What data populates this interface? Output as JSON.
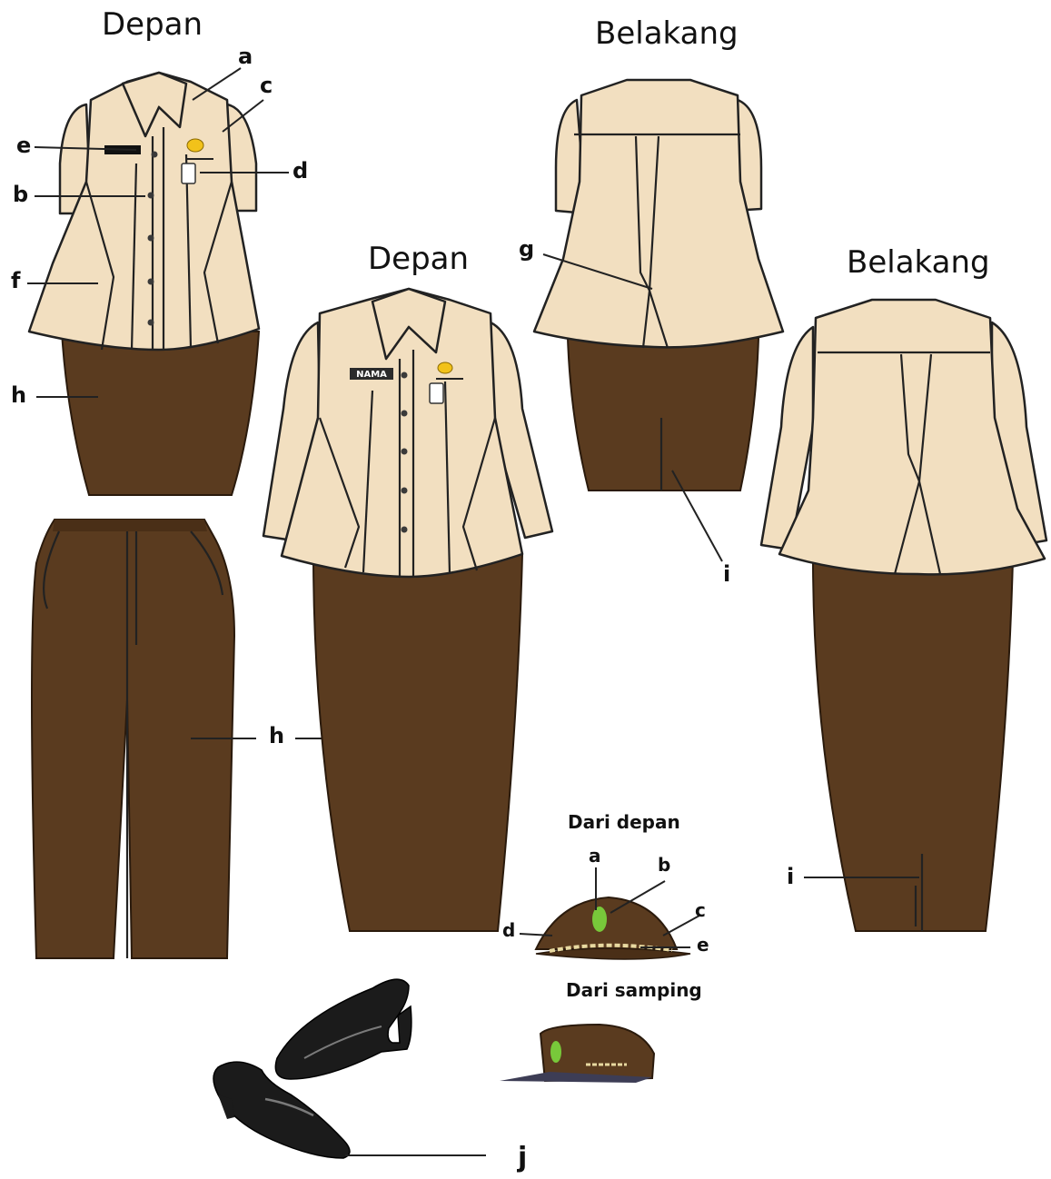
{
  "headings": {
    "front_short": "Depan",
    "back_short": "Belakang",
    "front_long": "Depan",
    "back_long": "Belakang"
  },
  "labels": {
    "a": "a",
    "b": "b",
    "c": "c",
    "d": "d",
    "e": "e",
    "f": "f",
    "g": "g",
    "h_top": "h",
    "h_pants": "h",
    "h_skirt": "h",
    "i_back_short": "i",
    "i_back_long": "i",
    "j": "j"
  },
  "name_tag_text": "NAMA",
  "hat": {
    "front_caption": "Dari depan",
    "side_caption": "Dari samping",
    "labels": {
      "a": "a",
      "b": "b",
      "c": "c",
      "d": "d",
      "e": "e"
    }
  },
  "colors": {
    "shirt": "#f2dfc0",
    "brown": "#5a3b1f",
    "outline": "#222222",
    "badge": "#f2c21a",
    "emblem": "#78c83a",
    "shoe": "#1b1b1b"
  }
}
